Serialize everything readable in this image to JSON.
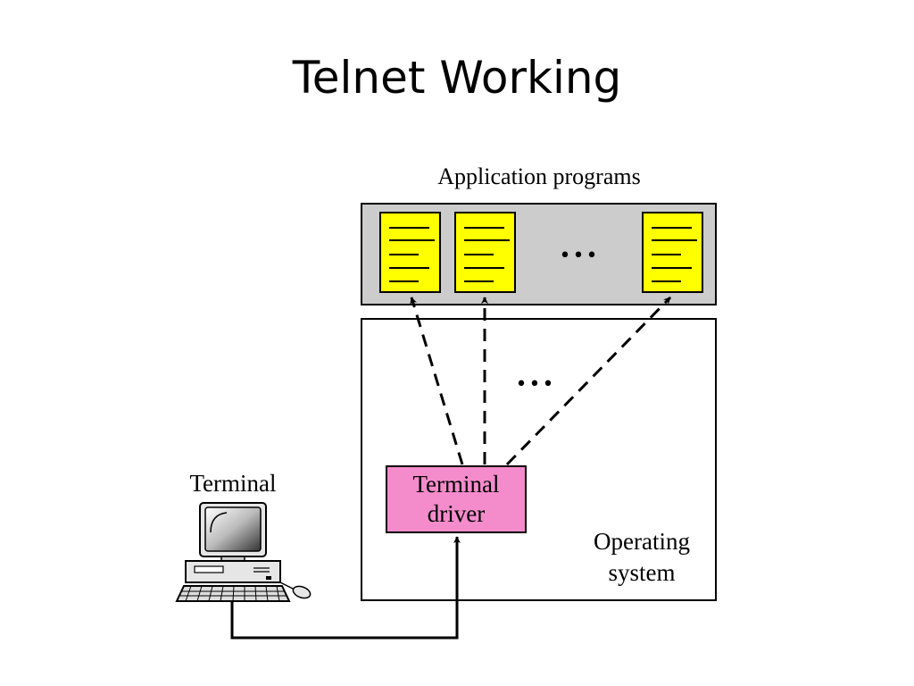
{
  "slide": {
    "title": "Telnet Working"
  },
  "diagram": {
    "app_programs_label": "Application programs",
    "terminal_label": "Terminal",
    "terminal_driver_label_line1": "Terminal",
    "terminal_driver_label_line2": "driver",
    "os_label_line1": "Operating",
    "os_label_line2": "system",
    "ellipsis": "•••",
    "colors": {
      "app_panel_fill": "#cccccc",
      "program_fill": "#ffff00",
      "driver_fill": "#f48ccc",
      "line": "#000000"
    },
    "icons": [
      "document-icon",
      "computer-terminal-icon",
      "mouse-icon",
      "keyboard-icon"
    ]
  }
}
